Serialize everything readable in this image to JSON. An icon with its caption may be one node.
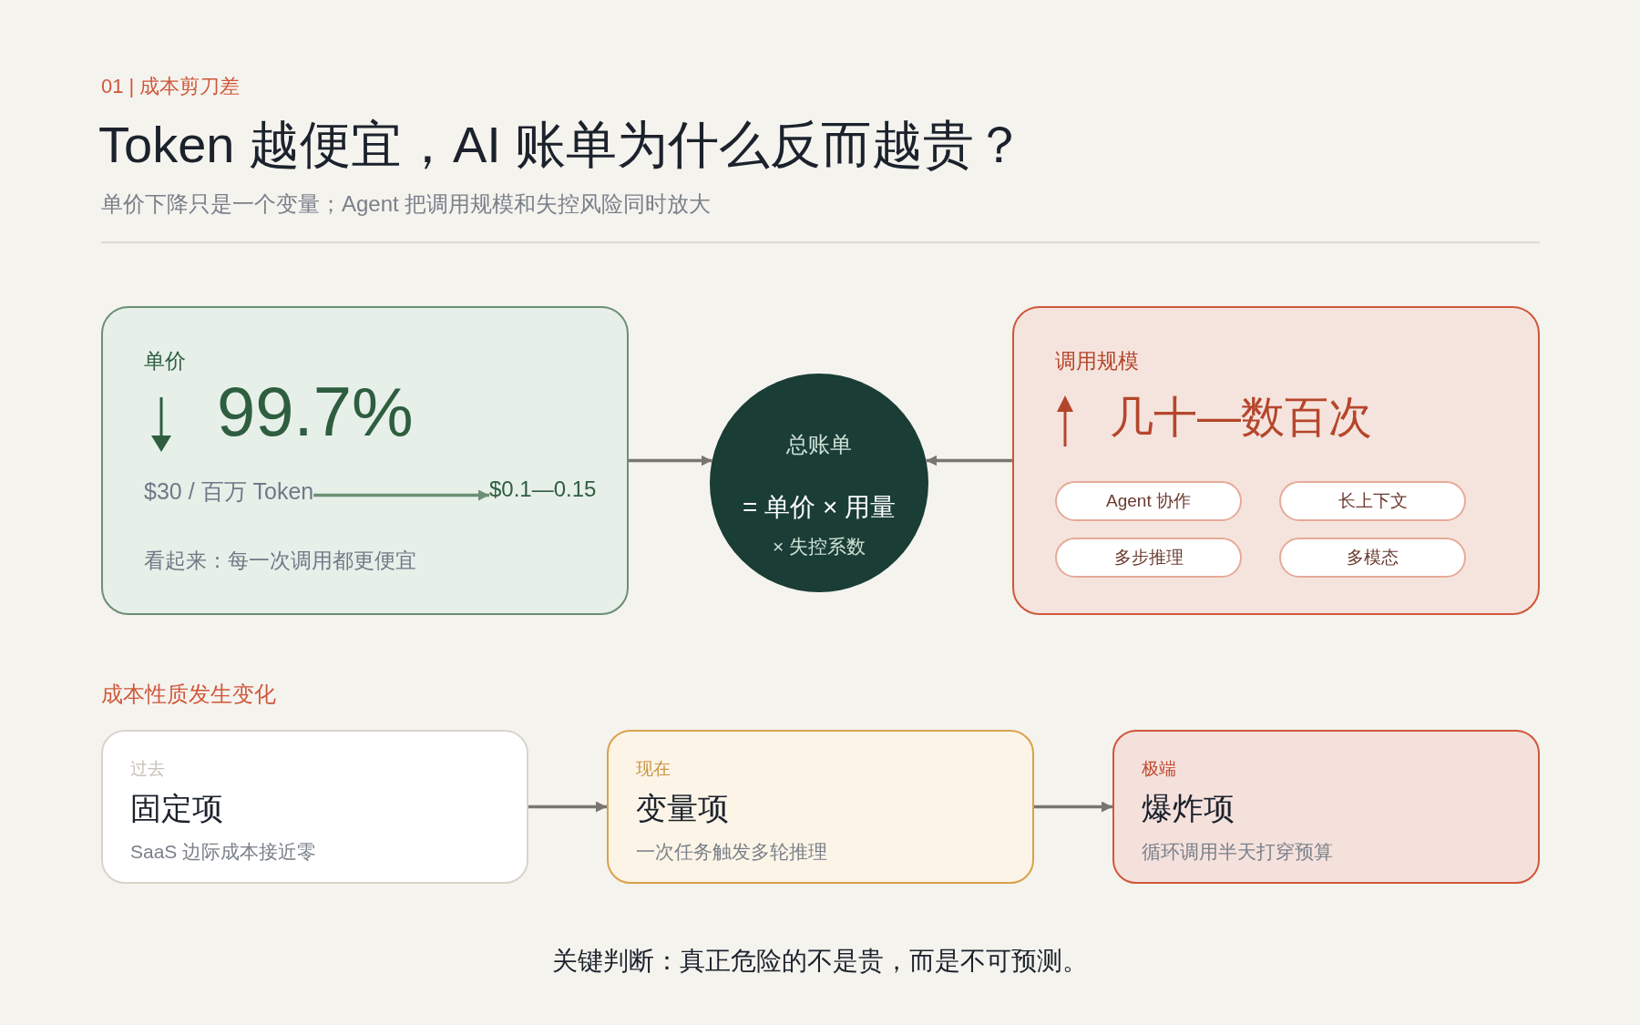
{
  "diagram": {
    "title": "Token 越便宜，AI 账单为什么反而越贵？",
    "caption": "关键判断：真正危险的不是贵，而是不可预测。",
    "nodes": [
      {
        "text": [
          "单价",
          "99.7%",
          "看起来：每一次调用都更便宜"
        ]
      },
      {
        "text": [
          "$30 / 百万 Token"
        ],
        "in": 0
      },
      {
        "text": [
          "$0.1—0.15"
        ],
        "in": 0
      },
      {
        "text": [
          "总账单",
          "= 单价 × 用量",
          "× 失控系数"
        ]
      },
      {
        "text": [
          "调用规模",
          "几十—数百次"
        ]
      },
      {
        "text": [
          "Agent 协作"
        ],
        "in": 4
      },
      {
        "text": [
          "长上下文"
        ],
        "in": 4
      },
      {
        "text": [
          "多步推理"
        ],
        "in": 4
      },
      {
        "text": [
          "多模态"
        ],
        "in": 4
      },
      {
        "text": [
          "过去",
          "固定项",
          "SaaS 边际成本接近零"
        ]
      },
      {
        "text": [
          "现在",
          "变量项",
          "一次任务触发多轮推理"
        ]
      },
      {
        "text": [
          "极端",
          "爆炸项",
          "循环调用半天打穿预算"
        ]
      }
    ],
    "edges": [
      {
        "from": 1,
        "to": 2,
        "arrow": "to",
        "color": "#6b8f73"
      },
      {
        "from": 0,
        "to": 3,
        "arrow": "to"
      },
      {
        "from": 4,
        "to": 3,
        "arrow": "to"
      },
      {
        "from": 9,
        "to": 10,
        "arrow": "to"
      },
      {
        "from": 10,
        "to": 11,
        "arrow": "to"
      }
    ],
    "labels": [
      "01 | 成本剪刀差",
      "单价下降只是一个变量；Agent 把调用规模和失控风险同时放大",
      "成本性质发生变化"
    ]
  }
}
